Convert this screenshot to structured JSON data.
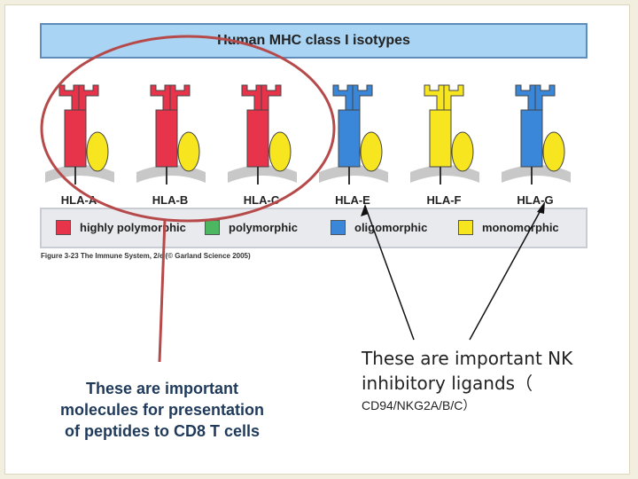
{
  "figure": {
    "title": "Human MHC class I isotypes",
    "caption": "Figure 3-23 The Immune System, 2/e (© Garland Science 2005)"
  },
  "molecules": [
    {
      "label": "HLA-A",
      "color": "#e8344b"
    },
    {
      "label": "HLA-B",
      "color": "#e8344b"
    },
    {
      "label": "HLA-C",
      "color": "#e8344b"
    },
    {
      "label": "HLA-E",
      "color": "#3a86d8"
    },
    {
      "label": "HLA-F",
      "color": "#f6e51f"
    },
    {
      "label": "HLA-G",
      "color": "#3a86d8"
    }
  ],
  "beta2m_color": "#f6e51f",
  "legend": [
    {
      "label": "highly polymorphic",
      "color": "#e8344b"
    },
    {
      "label": "polymorphic",
      "color": "#4cb760"
    },
    {
      "label": "oligomorphic",
      "color": "#3a86d8"
    },
    {
      "label": "monomorphic",
      "color": "#f6e51f"
    }
  ],
  "annotations": {
    "left": [
      "These are important",
      "molecules for presentation",
      "of peptides to CD8 T cells"
    ],
    "right_line1": "These are important NK",
    "right_line2": "inhibitory ligands（",
    "right_line3": "CD94/NKG2A/B/C）"
  },
  "highlight_color": "#b64a4a"
}
